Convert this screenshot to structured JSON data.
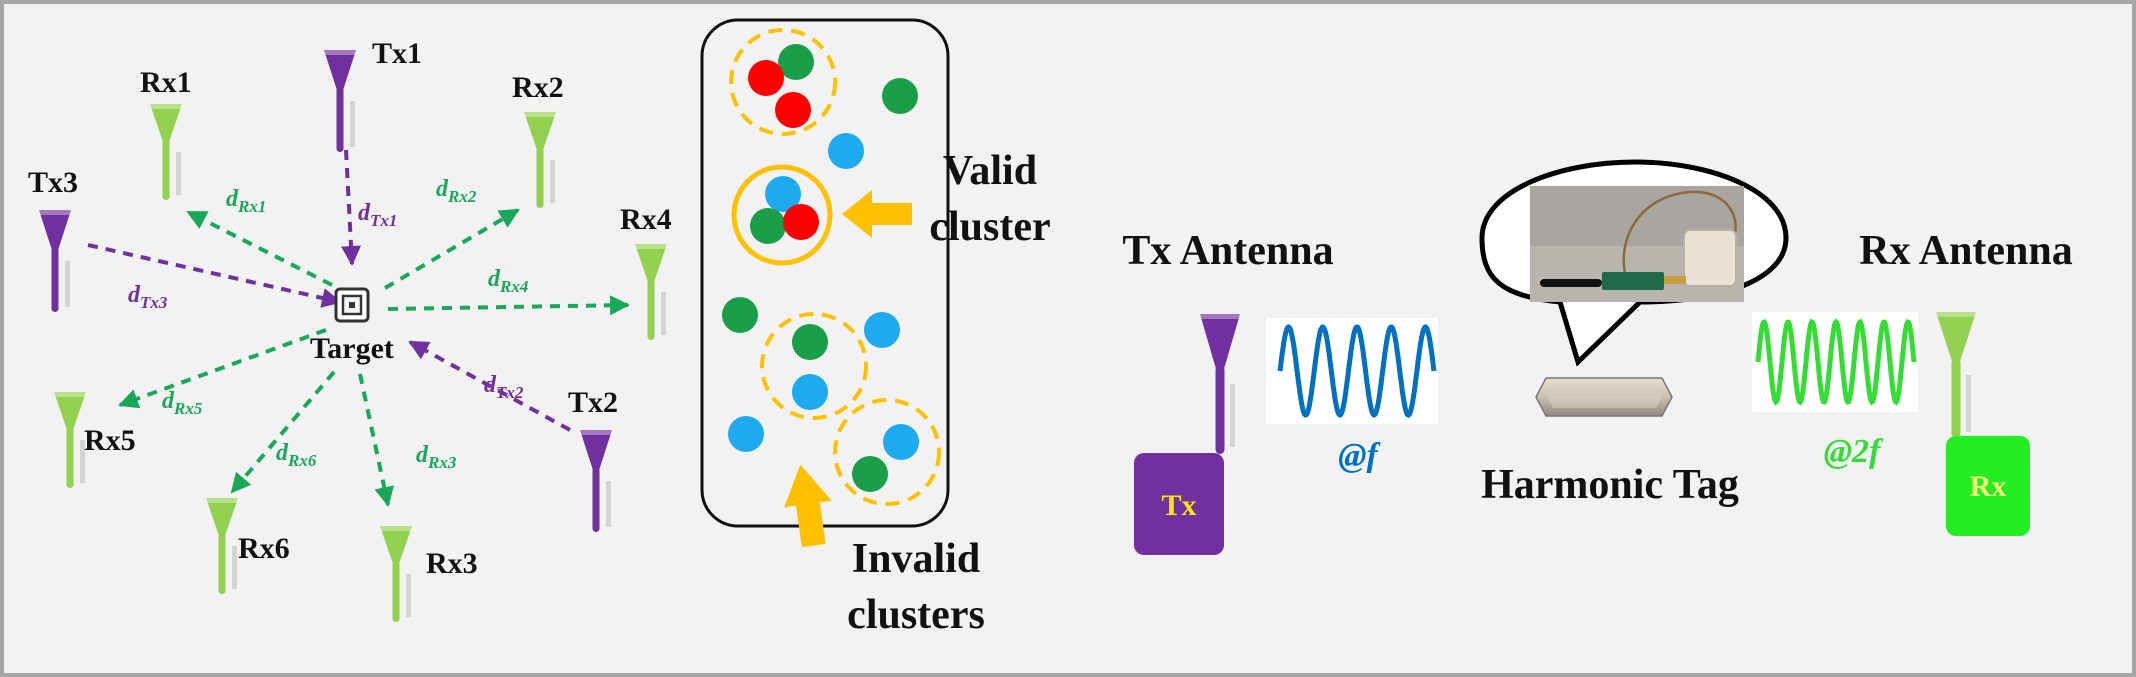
{
  "left_panel": {
    "target_label": "Target",
    "tx_antennas": [
      {
        "label": "Tx1"
      },
      {
        "label": "Tx2"
      },
      {
        "label": "Tx3"
      }
    ],
    "rx_antennas": [
      {
        "label": "Rx1"
      },
      {
        "label": "Rx2"
      },
      {
        "label": "Rx3"
      },
      {
        "label": "Rx4"
      },
      {
        "label": "Rx5"
      },
      {
        "label": "Rx6"
      }
    ],
    "distances": [
      {
        "base": "d",
        "sub": "Tx1"
      },
      {
        "base": "d",
        "sub": "Tx2"
      },
      {
        "base": "d",
        "sub": "Tx3"
      },
      {
        "base": "d",
        "sub": "Rx1"
      },
      {
        "base": "d",
        "sub": "Rx2"
      },
      {
        "base": "d",
        "sub": "Rx3"
      },
      {
        "base": "d",
        "sub": "Rx4"
      },
      {
        "base": "d",
        "sub": "Rx5"
      },
      {
        "base": "d",
        "sub": "Rx6"
      }
    ]
  },
  "cluster_panel": {
    "valid_label_line1": "Valid",
    "valid_label_line2": "cluster",
    "invalid_label_line1": "Invalid",
    "invalid_label_line2": "clusters"
  },
  "right_panel": {
    "tx_antenna_title": "Tx Antenna",
    "rx_antenna_title": "Rx Antenna",
    "tx_box_label": "Tx",
    "rx_box_label": "Rx",
    "tx_freq_label": "@f",
    "rx_freq_label": "@2f",
    "tag_title": "Harmonic Tag"
  },
  "colors": {
    "tx_purple": "#7030a0",
    "rx_green": "#92d050",
    "arrow_green": "#19a85a",
    "dot_red": "#ff0000",
    "dot_green": "#1a9e4a",
    "dot_blue": "#1eaaee",
    "cluster_orange": "#ffc000",
    "wave_blue": "#0070c0",
    "wave_green": "#33dd33",
    "rx_box_green": "#22ee22"
  }
}
